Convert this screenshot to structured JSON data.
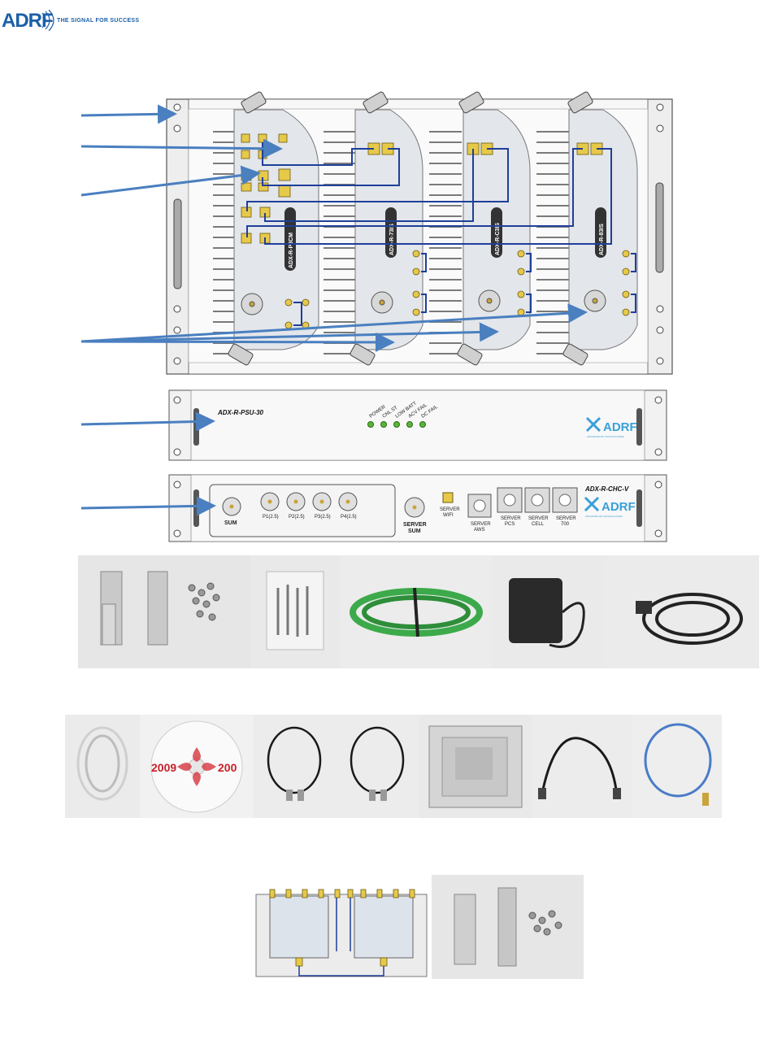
{
  "header": {
    "brand": "ADRF",
    "tagline": "THE SIGNAL FOR SUCCESS"
  },
  "chassis": {
    "modules": [
      "ADX-R-P3CM",
      "ADX-R-73IS",
      "ADX-R-C3IS",
      "ADX-R-83IS"
    ]
  },
  "psu": {
    "model": "ADX-R-PSU-30",
    "leds": [
      "POWER",
      "CNL ST",
      "LOW BATT",
      "ACV FAIL",
      "DC FAIL"
    ],
    "brand_sub": "ADVANCED RF TECHNOLOGIES"
  },
  "chc": {
    "model": "ADX-R-CHC-V",
    "ports": [
      "SUM",
      "P1(2.5)",
      "P2(2.5)",
      "P3(2.5)",
      "P4(2.5)"
    ],
    "server_sum": [
      "SERVER",
      "SUM"
    ],
    "server_wifi": [
      "SERVER",
      "WIFI"
    ],
    "server_aws": [
      "SERVER",
      "AWS"
    ],
    "server_pcs": [
      "SERVER",
      "PCS"
    ],
    "server_cell": [
      "SERVER",
      "CELL"
    ],
    "server_700": [
      "SERVER",
      "700"
    ],
    "brand_sub": "ADVANCED RF TECHNOLOGIES"
  },
  "cd_label": {
    "year_left": "2009",
    "year_right": "200"
  },
  "colors": {
    "brand_blue": "#1b5fa8",
    "arrow_blue": "#4a7fc0",
    "cable_blue": "#1f3f9a"
  }
}
